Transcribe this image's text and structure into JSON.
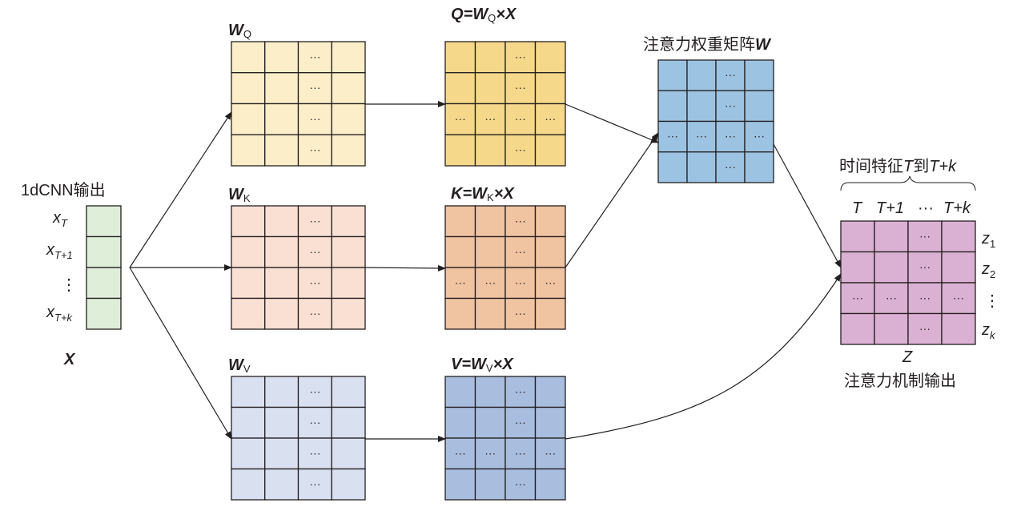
{
  "input": {
    "title": "1dCNN输出",
    "rows": [
      "x",
      "x",
      "⋮",
      "x"
    ],
    "row_subs": [
      "T",
      "T+1",
      "",
      "T+k"
    ],
    "name": "X",
    "color": "#dfeed8"
  },
  "matrices": [
    {
      "id": "wq",
      "label_main": "W",
      "label_sub": "Q",
      "color": "#fbeec8",
      "dot_rows": [],
      "dot_col": 2
    },
    {
      "id": "wk",
      "label_main": "W",
      "label_sub": "K",
      "color": "#f9e0d3",
      "dot_rows": [],
      "dot_col": 2
    },
    {
      "id": "wv",
      "label_main": "W",
      "label_sub": "V",
      "color": "#d9e1f1",
      "dot_rows": [],
      "dot_col": 2
    },
    {
      "id": "q",
      "label_a": "Q",
      "label_eq": "=",
      "label_main": "W",
      "label_sub": "Q",
      "label_x": "×",
      "label_b": "X",
      "color": "#f5d88a",
      "dot_rows": [
        2
      ],
      "dot_col": 2
    },
    {
      "id": "k",
      "label_a": "K",
      "label_eq": "=",
      "label_main": "W",
      "label_sub": "K",
      "label_x": "×",
      "label_b": "X",
      "color": "#f0c3a1",
      "dot_rows": [
        2
      ],
      "dot_col": 2
    },
    {
      "id": "v",
      "label_a": "V",
      "label_eq": "=",
      "label_main": "W",
      "label_sub": "V",
      "label_x": "×",
      "label_b": "X",
      "color": "#a9bddf",
      "dot_rows": [
        2
      ],
      "dot_col": 2
    },
    {
      "id": "w",
      "label_cn": "注意力权重矩阵",
      "label_main": "W",
      "color": "#9dc3e3",
      "dot_rows": [
        2
      ],
      "dot_col": 2
    },
    {
      "id": "z",
      "color": "#dbb1d3",
      "dot_rows": [
        2
      ],
      "dot_col": 2
    }
  ],
  "output": {
    "brace_label_cn1": "时间特征",
    "brace_T1": "T",
    "brace_cn2": "到",
    "brace_T2": "T+k",
    "col_headers": [
      "T",
      "T+1",
      "···",
      "T+k"
    ],
    "row_labels": [
      "z",
      "z",
      "⋮",
      "z"
    ],
    "row_subs": [
      "1",
      "2",
      "",
      "k"
    ],
    "name": "Z",
    "title": "注意力机制输出"
  },
  "dots": "···"
}
